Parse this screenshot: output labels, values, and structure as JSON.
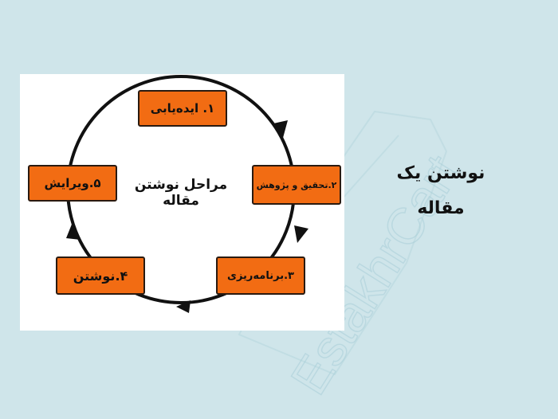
{
  "side_title": {
    "line1": "نوشتن یک",
    "line2": "مقاله"
  },
  "diagram": {
    "center_label": "مراحل نوشتن مقاله",
    "steps": [
      {
        "label": "۱. ایده‌یابی"
      },
      {
        "label": "۲.تحقیق و پژوهش"
      },
      {
        "label": "۳.برنامه‌ریزی"
      },
      {
        "label": "۴.نوشتن"
      },
      {
        "label": "۵.ویرایش"
      }
    ]
  },
  "watermark": {
    "text": "EstakhrCart"
  },
  "colors": {
    "background": "#cfe5ea",
    "card": "#ffffff",
    "step_fill": "#f26c13",
    "circle": "#111111"
  }
}
